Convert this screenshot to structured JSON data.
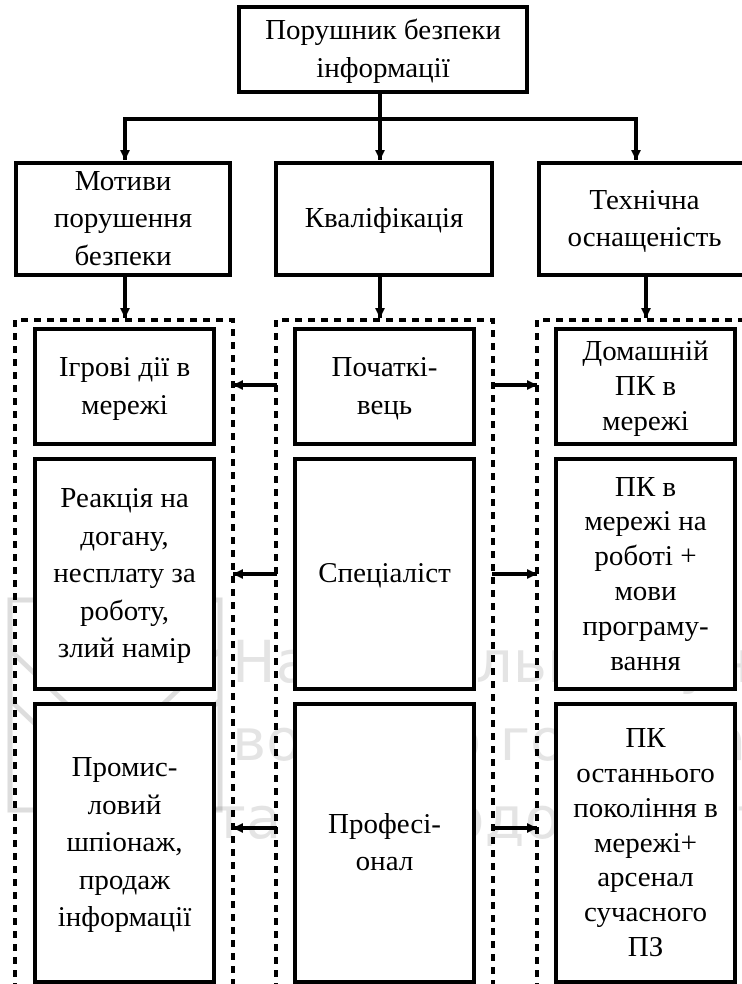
{
  "diagram": {
    "root": "Порушник безпеки\nінформації",
    "columns": [
      {
        "header": "Мотиви\nпорушення\nбезпеки",
        "items": [
          "Ігрові дії в\nмережі",
          "Реакція на\nдогану,\nнесплату за\nроботу,\nзлий намір",
          "Промис-\nловий\nшпіонаж,\nпродаж\nінформації"
        ]
      },
      {
        "header": "Кваліфікація",
        "items": [
          "Початкі-\nвець",
          "Спеціаліст",
          "Професі-\nонал"
        ]
      },
      {
        "header": "Технічна\nоснащеність",
        "items": [
          "Домашній\nПК в\nмережі",
          "ПК в\nмережі на\nроботі +\nмови\nпрограму-\nвання",
          "ПК\nостаннього\nпокоління в\nмережі+\nарсенал\nсучасного\nПЗ"
        ]
      }
    ]
  },
  "watermark": {
    "lines": [
      "Національний униве",
      "водного господарст",
      "та природокористува"
    ]
  }
}
